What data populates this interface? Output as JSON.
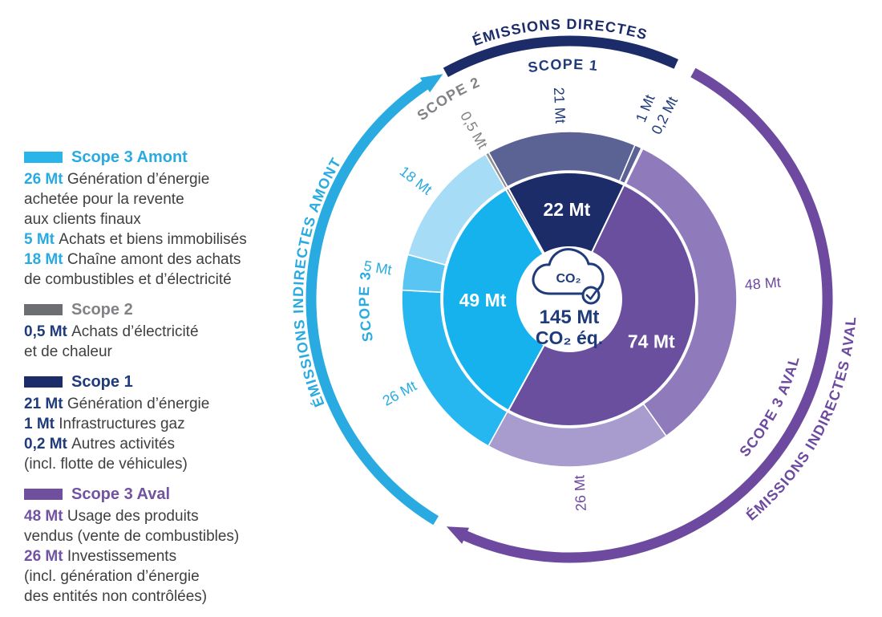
{
  "page": {
    "background": "#ffffff"
  },
  "legend": {
    "blocks": [
      {
        "id": "scope-3-amont",
        "title": "Scope 3 Amont",
        "title_color": "#29abe2",
        "swatch_color": "#29b5ea",
        "value_color": "#29abe2",
        "lines": [
          {
            "value": "26 Mt",
            "text": "Génération d’énergie"
          },
          {
            "text": "achetée pour la revente"
          },
          {
            "text": "aux clients finaux"
          },
          {
            "value": "5 Mt",
            "text": "Achats et biens immobilisés"
          },
          {
            "value": "18 Mt",
            "text": "Chaîne amont des achats"
          },
          {
            "text": "de combustibles et d’électricité"
          }
        ]
      },
      {
        "id": "scope-2",
        "title": "Scope 2",
        "title_color": "#808285",
        "swatch_color": "#6d6e71",
        "value_color": "#1f3b7c",
        "lines": [
          {
            "value": "0,5 Mt",
            "text": "Achats d’électricité"
          },
          {
            "text": "et de chaleur"
          }
        ]
      },
      {
        "id": "scope-1",
        "title": "Scope 1",
        "title_color": "#1f3b7c",
        "swatch_color": "#1b2c68",
        "value_color": "#1f3b7c",
        "lines": [
          {
            "value": "21 Mt",
            "text": "Génération d’énergie"
          },
          {
            "value": "1 Mt",
            "text": "Infrastructures gaz"
          },
          {
            "value": "0,2 Mt",
            "text": "Autres activités"
          },
          {
            "text": "(incl. flotte de véhicules)"
          }
        ]
      },
      {
        "id": "scope-3-aval",
        "title": "Scope 3 Aval",
        "title_color": "#7153a1",
        "swatch_color": "#6f4f9e",
        "value_color": "#7153a1",
        "lines": [
          {
            "value": "48 Mt",
            "text": "Usage des produits"
          },
          {
            "text": "vendus (vente de combustibles)"
          },
          {
            "value": "26 Mt",
            "text": "Investissements"
          },
          {
            "text": "(incl. génération d’énergie"
          },
          {
            "text": "des entités non contrôlées)"
          }
        ]
      }
    ]
  },
  "chart_data": {
    "type": "sunburst",
    "title": "Répartition des émissions (Mt CO₂ éq.)",
    "center": {
      "icon": "co2-cloud-check-icon",
      "line1": "145 Mt",
      "line2": "CO₂ éq.",
      "text_color": "#1f3b7c"
    },
    "start_angle": -28.8,
    "rings": {
      "inner": [
        {
          "scope": "Scope 1",
          "label": "22 Mt",
          "value": 22,
          "color": "#1b2c68",
          "label_r": 112
        },
        {
          "scope": "Scope 3 Aval",
          "label": "74 Mt",
          "value": 74,
          "color": "#6a4f9e",
          "label_r": 115
        },
        {
          "scope": "Scope 3 Amont",
          "label": "49 Mt",
          "value": 49,
          "color": "#16b2ee",
          "label_r": 108
        },
        {
          "scope": "Scope 2",
          "label": "",
          "value": 0.5,
          "color": "#6d6e71",
          "label_r": 112
        }
      ],
      "outer": [
        {
          "scope": "Scope 1",
          "label": "21 Mt",
          "value": 21,
          "color": "#5b6294",
          "label_color": "#1f3b7c"
        },
        {
          "scope": "Scope 1",
          "label": "1 Mt",
          "value": 1,
          "color": "#5b6294",
          "label_color": "#1f3b7c",
          "label_angle_nudge": -2.6,
          "label_r": 256
        },
        {
          "scope": "Scope 1",
          "label": "0,2 Mt",
          "value": 0.2,
          "color": "#5b6294",
          "label_color": "#1f3b7c",
          "label_angle_nudge": 1.6,
          "label_r": 258
        },
        {
          "scope": "Scope 3 Aval",
          "label": "48 Mt",
          "value": 48,
          "color": "#8f7abc",
          "label_color": "#6d4a9f"
        },
        {
          "scope": "Scope 3 Aval",
          "label": "26 Mt",
          "value": 26,
          "color": "#a89cce",
          "label_color": "#6d4a9f"
        },
        {
          "scope": "Scope 3 Amont",
          "label": "26 Mt",
          "value": 26,
          "color": "#26b7f0",
          "label_color": "#29abe2"
        },
        {
          "scope": "Scope 3 Amont",
          "label": "5 Mt",
          "value": 5,
          "color": "#59c5f2",
          "label_color": "#29abe2"
        },
        {
          "scope": "Scope 3 Amont",
          "label": "18 Mt",
          "value": 18,
          "color": "#a7dcf6",
          "label_color": "#29abe2"
        },
        {
          "scope": "Scope 2",
          "label": "0,5 Mt",
          "value": 0.5,
          "color": "#8d8f92",
          "label_color": "#808285"
        }
      ]
    },
    "bands": [
      {
        "name": "Scope 1",
        "color": "#1b2c68",
        "seg_from": 0,
        "seg_to": 2,
        "arrow": false,
        "trim_start": 0.2,
        "trim_end": 1.6
      },
      {
        "name": "Scope 3 Aval",
        "color": "#6d4a9f",
        "seg_from": 3,
        "seg_to": 4,
        "arrow": true,
        "trim_start": 2.6,
        "trim_end": 4.8
      },
      {
        "name": "Scope 3 Amont",
        "color": "#29abe2",
        "seg_from": 5,
        "seg_to": 8,
        "arrow": true,
        "trim_start": 2.2,
        "trim_end": 4.8
      }
    ],
    "arc_labels": [
      {
        "id": "emissions-directes",
        "text": "ÉMISSIONS DIRECTES",
        "color": "#1b2c68",
        "r": 337,
        "angle": -2,
        "dir": "cw"
      },
      {
        "id": "scope-1",
        "text": "SCOPE 1",
        "color": "#1f3b7c",
        "r": 287,
        "angle": -1.5,
        "dir": "cw"
      },
      {
        "id": "scope-2",
        "text": "SCOPE 2",
        "color": "#808285",
        "r": 288,
        "angle": -31,
        "dir": "cw"
      },
      {
        "id": "emissions-indirectes-amont",
        "text": "ÉMISSIONS INDIRECTES AMONT",
        "color": "#29abe2",
        "r": 332,
        "angle": 274,
        "dir": "cw"
      },
      {
        "id": "scope-3",
        "text": "SCOPE 3",
        "color": "#29abe2",
        "r": 250,
        "angle": 268,
        "dir": "cw"
      },
      {
        "id": "scope-3-aval",
        "text": "SCOPE 3 AVAL",
        "color": "#6d4a9f",
        "r": 296,
        "angle": 118,
        "dir": "ccw"
      },
      {
        "id": "emissions-indirectes-aval",
        "text": "ÉMISSIONS INDIRECTES AVAL",
        "color": "#6d4a9f",
        "r": 358,
        "angle": 117,
        "dir": "ccw"
      }
    ]
  }
}
